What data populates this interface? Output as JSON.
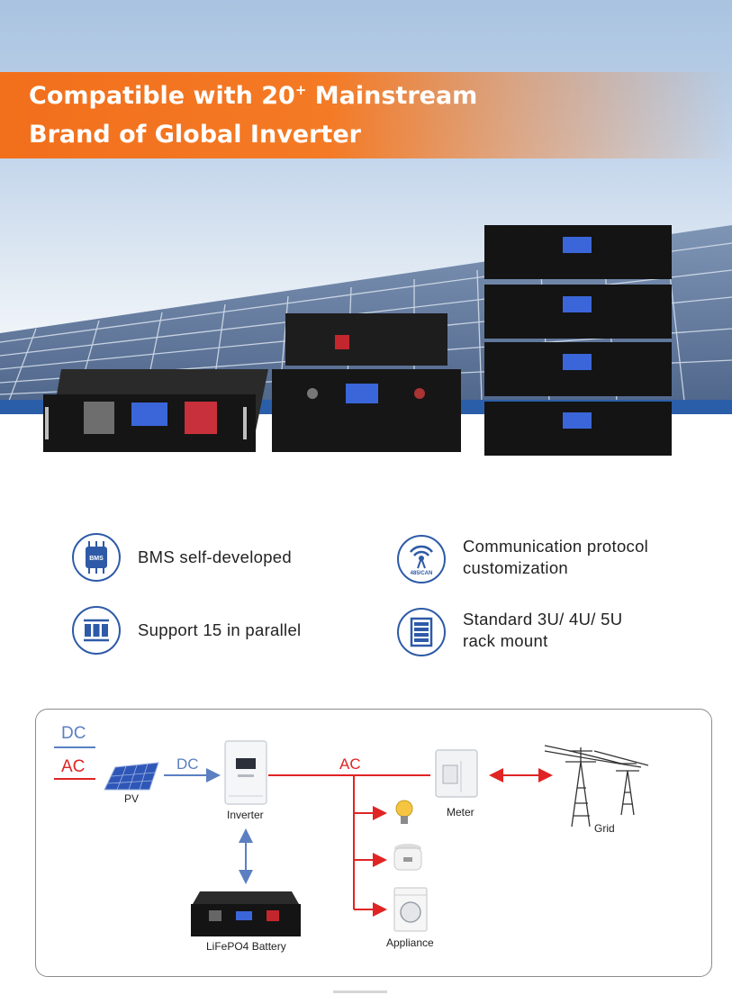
{
  "banner": {
    "line1_prefix": "Compatible with 20",
    "line1_sup": "+",
    "line1_suffix": " Mainstream",
    "line2": "Brand of Global Inverter"
  },
  "features": [
    {
      "icon": "bms-chip-icon",
      "badge": "BMS",
      "text1": "BMS self-developed",
      "text2": ""
    },
    {
      "icon": "antenna-icon",
      "badge": "485/CAN",
      "text1": "Communication protocol",
      "text2": "customization"
    },
    {
      "icon": "parallel-batteries-icon",
      "badge": "",
      "text1": "Support 15 in parallel",
      "text2": ""
    },
    {
      "icon": "rack-icon",
      "badge": "",
      "text1": "Standard 3U/ 4U/ 5U",
      "text2": "rack mount"
    }
  ],
  "diagram": {
    "legend_dc": "DC",
    "legend_ac": "AC",
    "line_dc": "DC",
    "line_ac": "AC",
    "pv": "PV",
    "inverter": "Inverter",
    "meter": "Meter",
    "grid": "Grid",
    "battery": "LiFePO4 Battery",
    "appliance": "Appliance",
    "dc_color": "#5b7fc1",
    "ac_color": "#e02424"
  }
}
